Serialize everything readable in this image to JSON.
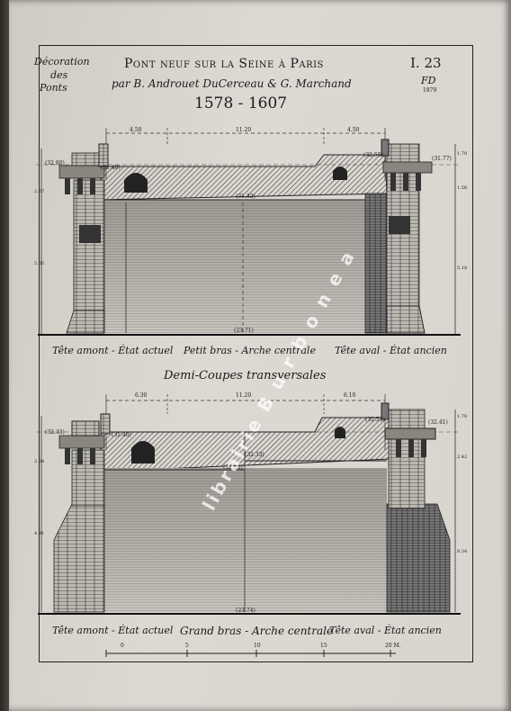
{
  "header": {
    "series_line1": "Décoration",
    "series_line2": "des",
    "series_line3": "Ponts",
    "title": "Pont neuf sur la Seine à Paris",
    "authors": "par B. Androuet DuCerceau & G. Marchand",
    "dates": "1578 - 1607",
    "plate": "I. 23",
    "signature": "FD",
    "signature_year": "1879"
  },
  "upper": {
    "dims_top": [
      "4.50",
      "11.20",
      "4.50"
    ],
    "levels_left": [
      "(32.80)",
      "(31.40)"
    ],
    "levels_right": [
      "(32.55)",
      "(31.77)"
    ],
    "level_center": "(31.32)",
    "level_base": "(23.71)",
    "right_scale": [
      "1.70",
      "1.56",
      "5.18"
    ],
    "left_scale": [
      "2.27",
      "5.05"
    ],
    "caption_left": "Tête amont - État actuel",
    "caption_center": "Petit bras - Arche centrale",
    "caption_right": "Tête aval - État ancien"
  },
  "section_title": "Demi-Coupes transversales",
  "lower": {
    "dims_top": [
      "6.30",
      "11.20",
      "6.10"
    ],
    "levels_left": [
      "(32.43)",
      "(31.40)"
    ],
    "levels_right": [
      "(32.53)",
      "(32.41)"
    ],
    "level_center": "(32.33)",
    "level_center2": "(32.33)",
    "level_base": "(23.74)",
    "right_scale": [
      "1.70",
      "2.42",
      "8.34"
    ],
    "left_scale": [
      "2.34",
      "4.91"
    ],
    "caption_left": "Tête amont - État actuel",
    "caption_center": "Grand bras - Arche centrale",
    "caption_right": "Tête aval - État ancien"
  },
  "scale_bar": [
    "0",
    "5",
    "10",
    "15",
    "20 M."
  ],
  "watermark": "librairie B u r b o n e a"
}
